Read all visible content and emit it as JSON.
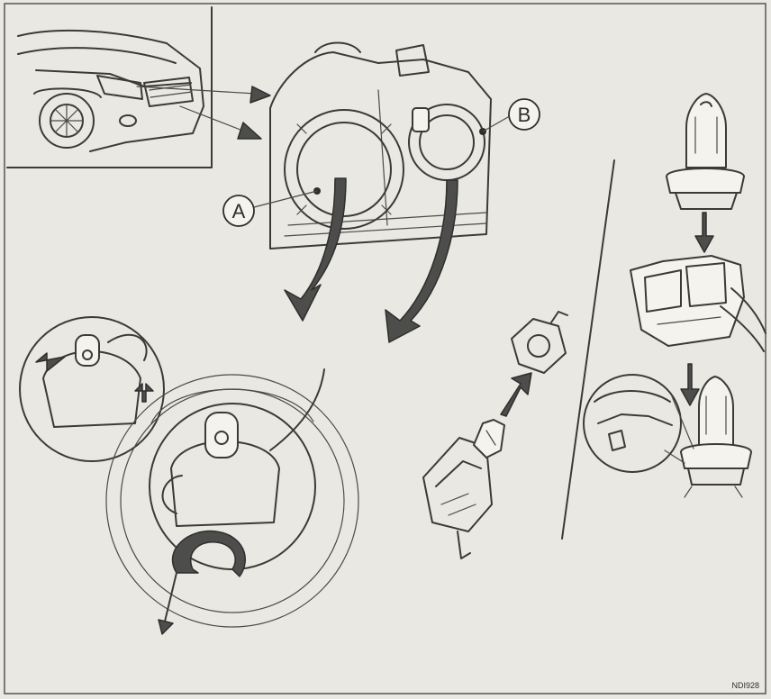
{
  "labels": {
    "a": "A",
    "b": "B"
  },
  "figure_code": "NDI928"
}
